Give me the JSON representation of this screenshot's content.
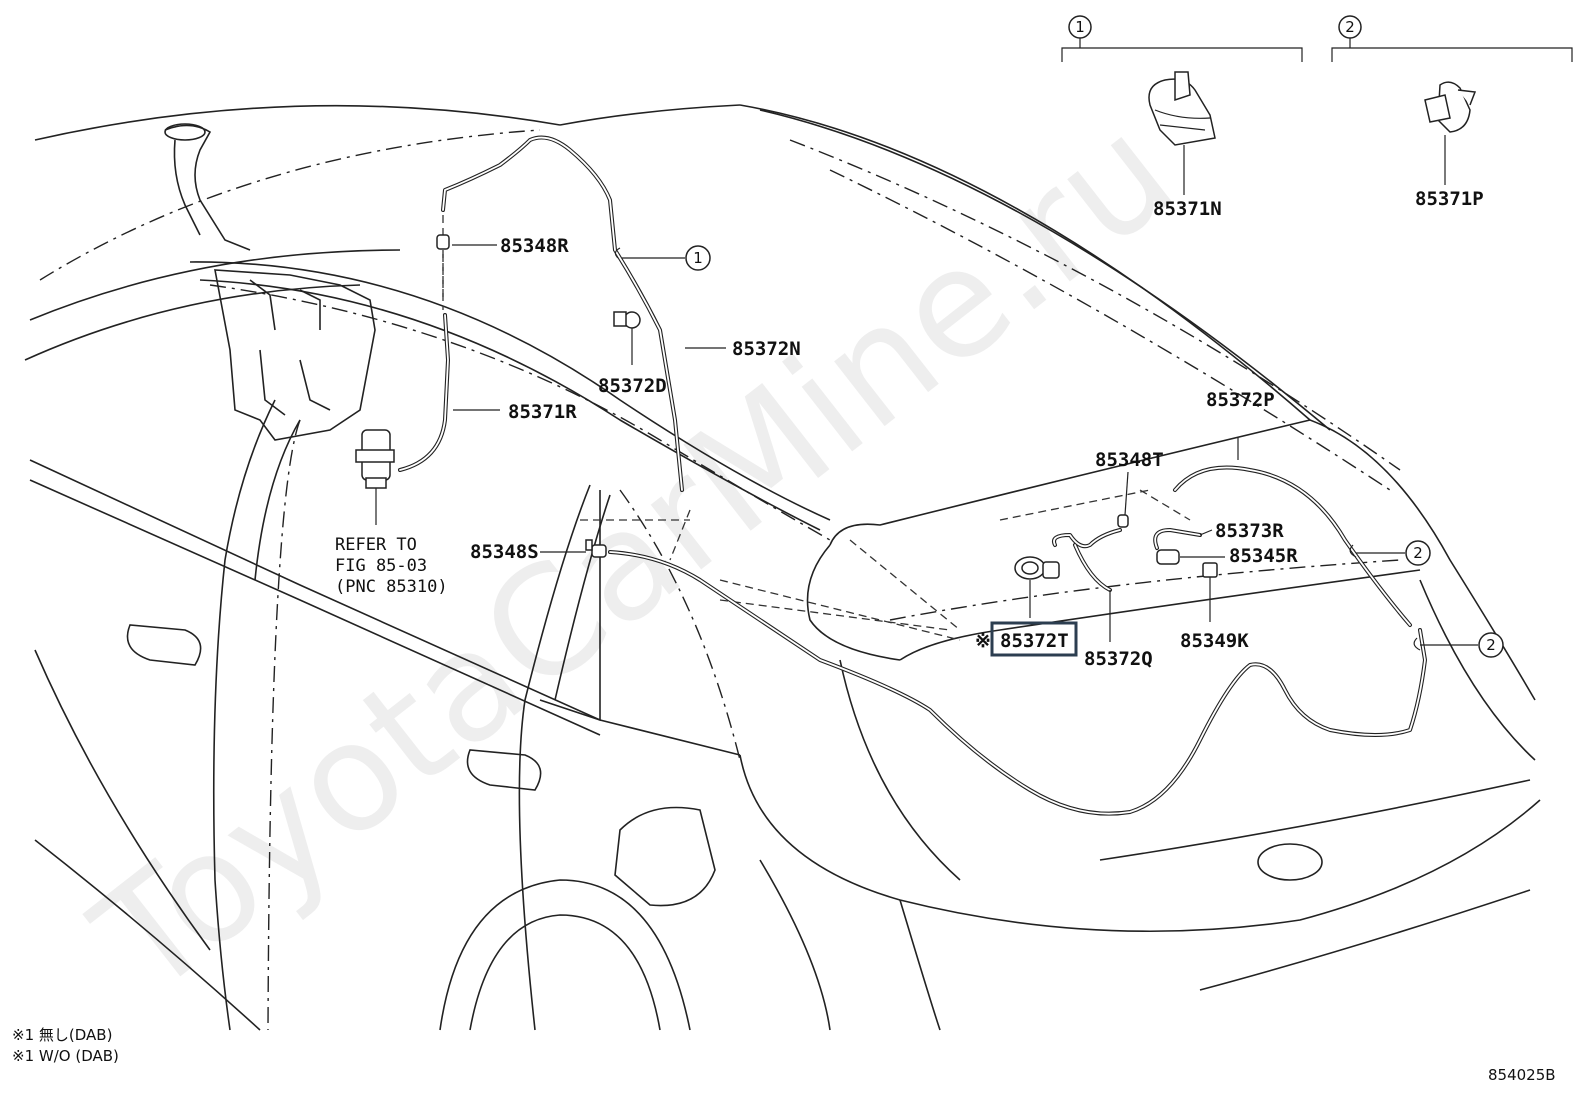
{
  "watermark": "ToyotaCarMine.ru",
  "diagram_code": "854025B",
  "callouts": [
    {
      "id": "c1",
      "text": "1"
    },
    {
      "id": "c2",
      "text": "2"
    }
  ],
  "detail_parts": [
    {
      "callout": "1",
      "part": "85371N"
    },
    {
      "callout": "2",
      "part": "85371P"
    }
  ],
  "part_labels": {
    "p85348R": "85348R",
    "p85372N": "85372N",
    "p85372D": "85372D",
    "p85371R": "85371R",
    "p85348S": "85348S",
    "p85372P": "85372P",
    "p85348T": "85348T",
    "p85373R": "85373R",
    "p85345R": "85345R",
    "p85349K": "85349K",
    "p85372Q": "85372Q",
    "p85372T": "85372T"
  },
  "highlighted_part": "85372T",
  "footnote_mark": "※",
  "reference": {
    "line1": "REFER TO",
    "line2": "FIG 85-03",
    "line3": "(PNC 85310)"
  },
  "notes": [
    "※1 無し(DAB)",
    "※1 W/O (DAB)"
  ]
}
